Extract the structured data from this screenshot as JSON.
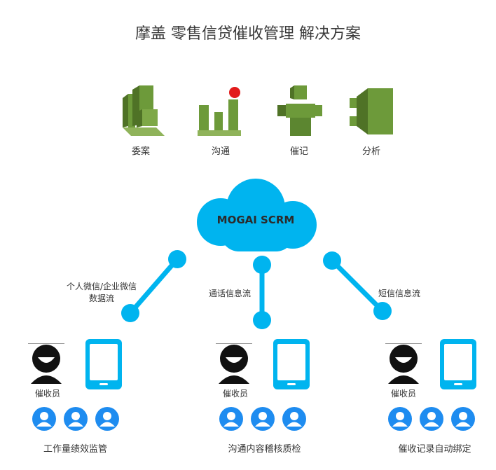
{
  "title": "摩盖 零售信贷催收管理 解决方案",
  "modules": [
    {
      "label": "委案",
      "icon": "building-stack-icon"
    },
    {
      "label": "沟通",
      "icon": "bar-chart-notification-icon"
    },
    {
      "label": "催记",
      "icon": "robot-figure-icon"
    },
    {
      "label": "分析",
      "icon": "connector-block-icon"
    }
  ],
  "cloud": {
    "label": "MOGAI SCRM",
    "color": "#00b4ef"
  },
  "flows": [
    {
      "label_line1": "个人微信/企业微信",
      "label_line2": "数据流"
    },
    {
      "label": "通话信息流"
    },
    {
      "label": "短信信息流"
    }
  ],
  "groups": [
    {
      "person_label": "催收员",
      "caption": "工作量绩效监管"
    },
    {
      "person_label": "催收员",
      "caption": "沟通内容稽核质检"
    },
    {
      "person_label": "催收员",
      "caption": "催收记录自动绑定"
    }
  ],
  "colors": {
    "accent": "#00b4ef",
    "icon_green": "#6d9a3a",
    "avatar_blue": "#1e8cf0"
  }
}
